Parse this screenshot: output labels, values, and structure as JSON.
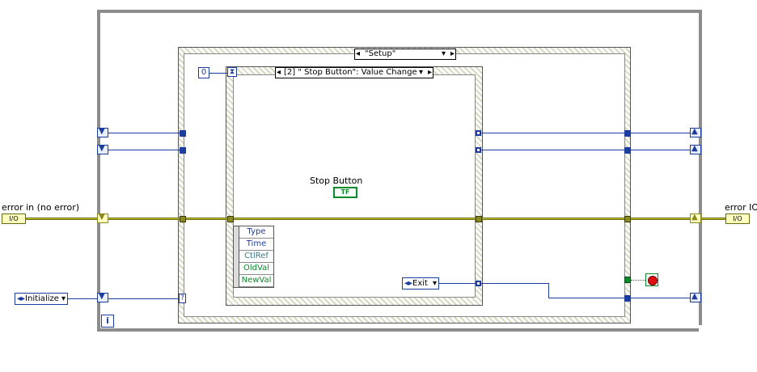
{
  "case_structure": {
    "selector_label": "\"Setup\""
  },
  "event_structure": {
    "selector_label": "[2] \" Stop Button\": Value Change",
    "timeout_constant": "0",
    "event_data_items": [
      "Type",
      "Time",
      "CtlRef",
      "OldVal",
      "NewVal"
    ]
  },
  "stop_button": {
    "label": "Stop Button",
    "terminal_text": "TF"
  },
  "exit_enum": {
    "value": "Exit"
  },
  "initialize_enum": {
    "value": "Initialize"
  },
  "error_in": {
    "label": "error in (no error)",
    "terminal_text": "I/O"
  },
  "error_out": {
    "label": "error IO",
    "terminal_text": "I/O"
  },
  "while_loop": {
    "iteration_terminal": "i"
  },
  "colors": {
    "wire_blue": "#1c3c9e",
    "wire_error": "#c8c830",
    "stop_red": "#e01010"
  }
}
